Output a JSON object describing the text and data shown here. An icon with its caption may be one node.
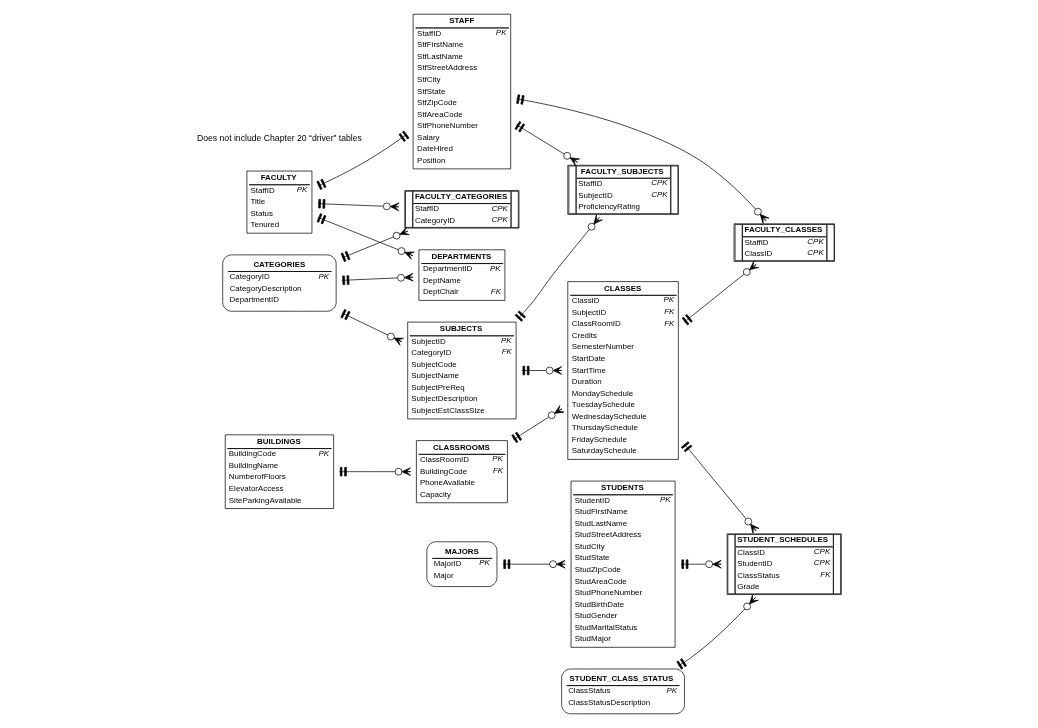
{
  "diagram": {
    "nodes": [
      {
        "text": [
          "FACULTY",
          "StaffID",
          "PK",
          "Title",
          "Status",
          "Tenured"
        ]
      },
      {
        "text": [
          "FACULTY_CLASSES",
          "StaffID",
          "CPK",
          "ClassID",
          "CPK"
        ]
      },
      {
        "text": [
          "CLASSES",
          "ClassID",
          "PK",
          "SubjectID",
          "FK",
          "ClassRoomID",
          "FK",
          "Credits",
          "SemesterNumber",
          "StartDate",
          "StartTime",
          "Duration",
          "MondaySchedule",
          "TuesdaySchedule",
          "WednesdaySchedule",
          "ThursdaySchedule",
          "FridaySchedule",
          "SaturdaySchedule"
        ]
      },
      {
        "text": [
          "STUDENT_SCHEDULES",
          "ClassID",
          "CPK",
          "StudentID",
          "CPK",
          "ClassStatus",
          "FK",
          "Grade"
        ]
      },
      {
        "text": [
          "STAFF",
          "StaffID",
          "PK",
          "StfFirstName",
          "StfLastName",
          "StfStreetAddress",
          "StfCity",
          "StfState",
          "StfZipCode",
          "StfAreaCode",
          "StfPhoneNumber",
          "Salary",
          "DateHired",
          "Position"
        ]
      },
      {
        "text": [
          "FACULTY_SUBJECTS",
          "StaffID",
          "CPK",
          "SubjectID",
          "CPK",
          "ProficiencyRating"
        ]
      },
      {
        "text": [
          "STUDENTS",
          "StudentID",
          "PK",
          "StudFirstName",
          "StudLastName",
          "StudStreetAddress",
          "StudCity",
          "StudState",
          "StudZipCode",
          "StudAreaCode",
          "StudPhoneNumber",
          "StudBirthDate",
          "StudGender",
          "StudMaritalStatus",
          "StudMajor"
        ]
      },
      {
        "text": [
          "SUBJECTS",
          "SubjectID",
          "PK",
          "CategoryID",
          "FK",
          "SubjectCode",
          "SubjectName",
          "SubjectPreReq",
          "SubjectDescription",
          "SubjectEstClassSize"
        ]
      },
      {
        "text": [
          "CLASSROOMS",
          "ClassRoomID",
          "PK",
          "BuildingCode",
          "FK",
          "PhoneAvailable",
          "Capacity"
        ]
      },
      {
        "text": [
          "CATEGORIES",
          "CategoryID",
          "PK",
          "CategoryDescription",
          "DepartmentID"
        ]
      },
      {
        "text": [
          "STUDENT_CLASS_STATUS",
          "ClassStatus",
          "PK",
          "ClassStatusDescription"
        ]
      },
      {
        "text": [
          "BUILDINGS",
          "BuildingCode",
          "PK",
          "BuildingName",
          "NumberofFloors",
          "ElevatorAccess",
          "SiteParkingAvailable"
        ]
      },
      {
        "text": [
          "FACULTY_CATEGORIES",
          "StaffID",
          "CPK",
          "CategoryID",
          "CPK"
        ]
      },
      {
        "text": [
          "MAJORS",
          "MajorID",
          "PK",
          "Major"
        ]
      },
      {
        "text": [
          "DEPARTMENTS",
          "DepartmentID",
          "PK",
          "DeptName",
          "DeptChair",
          "FK"
        ]
      }
    ],
    "edges": [
      {
        "from": 0,
        "to": 4,
        "arrow": "other"
      },
      {
        "from": 0,
        "to": 12,
        "arrow": "other"
      },
      {
        "from": 0,
        "to": 14,
        "arrow": "other"
      },
      {
        "from": 4,
        "to": 1,
        "arrow": "other"
      },
      {
        "from": 4,
        "to": 5,
        "arrow": "other"
      },
      {
        "from": 2,
        "to": 1,
        "arrow": "other"
      },
      {
        "from": 7,
        "to": 5,
        "arrow": "other"
      },
      {
        "from": 9,
        "to": 7,
        "arrow": "other"
      },
      {
        "from": 9,
        "to": 12,
        "arrow": "other"
      },
      {
        "from": 7,
        "to": 2,
        "arrow": "other"
      },
      {
        "from": 9,
        "to": 14,
        "arrow": "other"
      },
      {
        "from": 8,
        "to": 2,
        "arrow": "other"
      },
      {
        "from": 11,
        "to": 8,
        "arrow": "other"
      },
      {
        "from": 2,
        "to": 3,
        "arrow": "other"
      },
      {
        "from": 6,
        "to": 3,
        "arrow": "other"
      },
      {
        "from": 10,
        "to": 3,
        "arrow": "other"
      },
      {
        "from": 13,
        "to": 6,
        "arrow": "other"
      }
    ],
    "labels": [
      "Does not include Chapter 20 “driver” tables"
    ]
  }
}
